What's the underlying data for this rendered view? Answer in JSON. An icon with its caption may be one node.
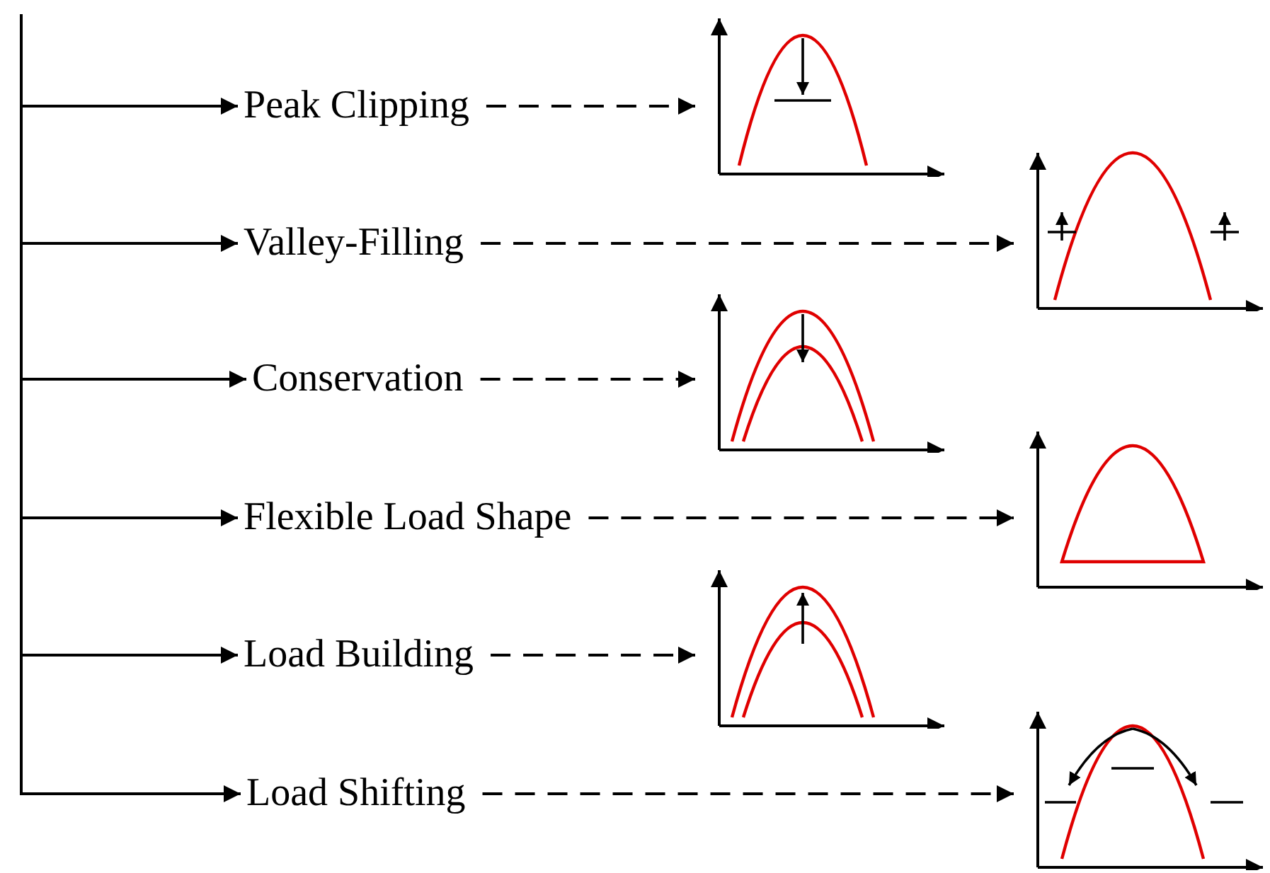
{
  "diagram": {
    "nodes": [
      {
        "text": [
          "Peak Clipping"
        ]
      },
      {
        "text": [],
        "shape": "picture"
      },
      {
        "text": [
          "Valley-Filling"
        ]
      },
      {
        "text": [],
        "shape": "picture"
      },
      {
        "text": [
          "Conservation"
        ]
      },
      {
        "text": [],
        "shape": "picture"
      },
      {
        "text": [
          "Flexible Load Shape"
        ]
      },
      {
        "text": [],
        "shape": "picture"
      },
      {
        "text": [
          "Load Building"
        ]
      },
      {
        "text": [],
        "shape": "picture"
      },
      {
        "text": [
          "Load Shifting"
        ]
      },
      {
        "text": [],
        "shape": "picture"
      }
    ],
    "edges": [
      {
        "from": null,
        "to": 0,
        "arrow": "to"
      },
      {
        "from": 0,
        "to": 1,
        "arrow": "to",
        "style": "dashed"
      },
      {
        "from": null,
        "to": 2,
        "arrow": "to"
      },
      {
        "from": 2,
        "to": 3,
        "arrow": "to",
        "style": "dashed"
      },
      {
        "from": null,
        "to": 4,
        "arrow": "to"
      },
      {
        "from": 4,
        "to": 5,
        "arrow": "to",
        "style": "dashed"
      },
      {
        "from": null,
        "to": 6,
        "arrow": "to"
      },
      {
        "from": 6,
        "to": 7,
        "arrow": "to",
        "style": "dashed"
      },
      {
        "from": null,
        "to": 8,
        "arrow": "to"
      },
      {
        "from": 8,
        "to": 9,
        "arrow": "to",
        "style": "dashed"
      },
      {
        "from": null,
        "to": 10,
        "arrow": "to"
      },
      {
        "from": 10,
        "to": 11,
        "arrow": "to",
        "style": "dashed"
      }
    ]
  }
}
